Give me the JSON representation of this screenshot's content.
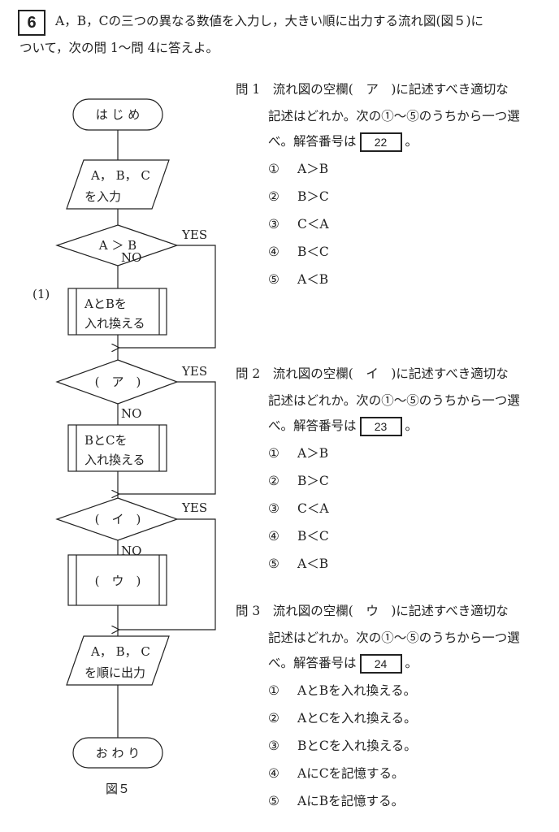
{
  "header": {
    "number": "6",
    "line1": "A，B，Cの三つの異なる数値を入力し，大きい順に出力する流れ図(図５)に",
    "line2": "ついて，次の問 1〜問 4に答えよ。"
  },
  "flowchart": {
    "start": "は じ め",
    "input_1": "A， B， C",
    "input_2": "を入力",
    "cond1": "A ＞ B",
    "yes": "YES",
    "no": "NO",
    "label1": "(1)",
    "proc1_1": "AとBを",
    "proc1_2": "入れ換える",
    "cond2": "(　ア　)",
    "proc2_1": "BとCを",
    "proc2_2": "入れ換える",
    "cond3": "(　イ　)",
    "proc3": "(　ウ　)",
    "output_1": "A， B， C",
    "output_2": "を順に出力",
    "end": "お わ り",
    "caption": "図５"
  },
  "questions": [
    {
      "title": "問 1　流れ図の空欄(　ア　)に記述すべき適切な",
      "line2": "記述はどれか。次の①〜⑤のうちから一つ選",
      "line3a": "べ。解答番号は",
      "answer_no": "22",
      "line3b": "。",
      "options": [
        {
          "n": "①",
          "text": "A＞B"
        },
        {
          "n": "②",
          "text": "B＞C"
        },
        {
          "n": "③",
          "text": "C＜A"
        },
        {
          "n": "④",
          "text": "B＜C"
        },
        {
          "n": "⑤",
          "text": "A＜B"
        }
      ]
    },
    {
      "title": "問 2　流れ図の空欄(　イ　)に記述すべき適切な",
      "line2": "記述はどれか。次の①〜⑤のうちから一つ選",
      "line3a": "べ。解答番号は",
      "answer_no": "23",
      "line3b": "。",
      "options": [
        {
          "n": "①",
          "text": "A＞B"
        },
        {
          "n": "②",
          "text": "B＞C"
        },
        {
          "n": "③",
          "text": "C＜A"
        },
        {
          "n": "④",
          "text": "B＜C"
        },
        {
          "n": "⑤",
          "text": "A＜B"
        }
      ]
    },
    {
      "title": "問 3　流れ図の空欄(　ウ　)に記述すべき適切な",
      "line2": "記述はどれか。次の①〜⑤のうちから一つ選",
      "line3a": "べ。解答番号は",
      "answer_no": "24",
      "line3b": "。",
      "options": [
        {
          "n": "①",
          "text": "AとBを入れ換える。"
        },
        {
          "n": "②",
          "text": "AとCを入れ換える。"
        },
        {
          "n": "③",
          "text": "BとCを入れ換える。"
        },
        {
          "n": "④",
          "text": "AにCを記憶する。"
        },
        {
          "n": "⑤",
          "text": "AにBを記憶する。"
        }
      ]
    }
  ]
}
